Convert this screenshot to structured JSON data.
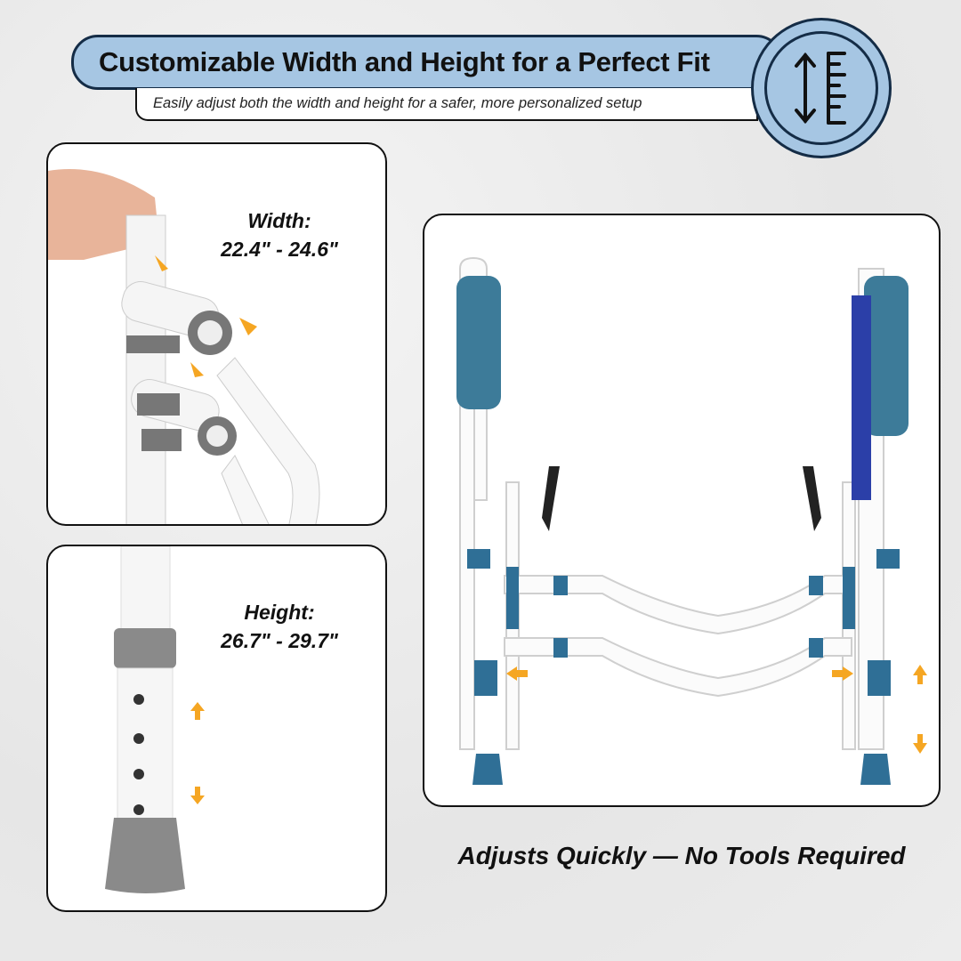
{
  "header": {
    "title": "Customizable Width and Height for a Perfect Fit",
    "subtitle": "Easily adjust both the width and height for a safer, more personalized setup",
    "badge_icon": "height-ruler-icon"
  },
  "panels": {
    "width": {
      "label": "Width:",
      "range": "22.4\" - 24.6\""
    },
    "height": {
      "label": "Height:",
      "range": "26.7\" - 29.7\""
    }
  },
  "caption": "Adjusts Quickly — No Tools Required",
  "colors": {
    "accent": "#a6c6e3",
    "border": "#142c46",
    "arrow": "#f5a623",
    "frame_blue": "#2f6f96"
  }
}
